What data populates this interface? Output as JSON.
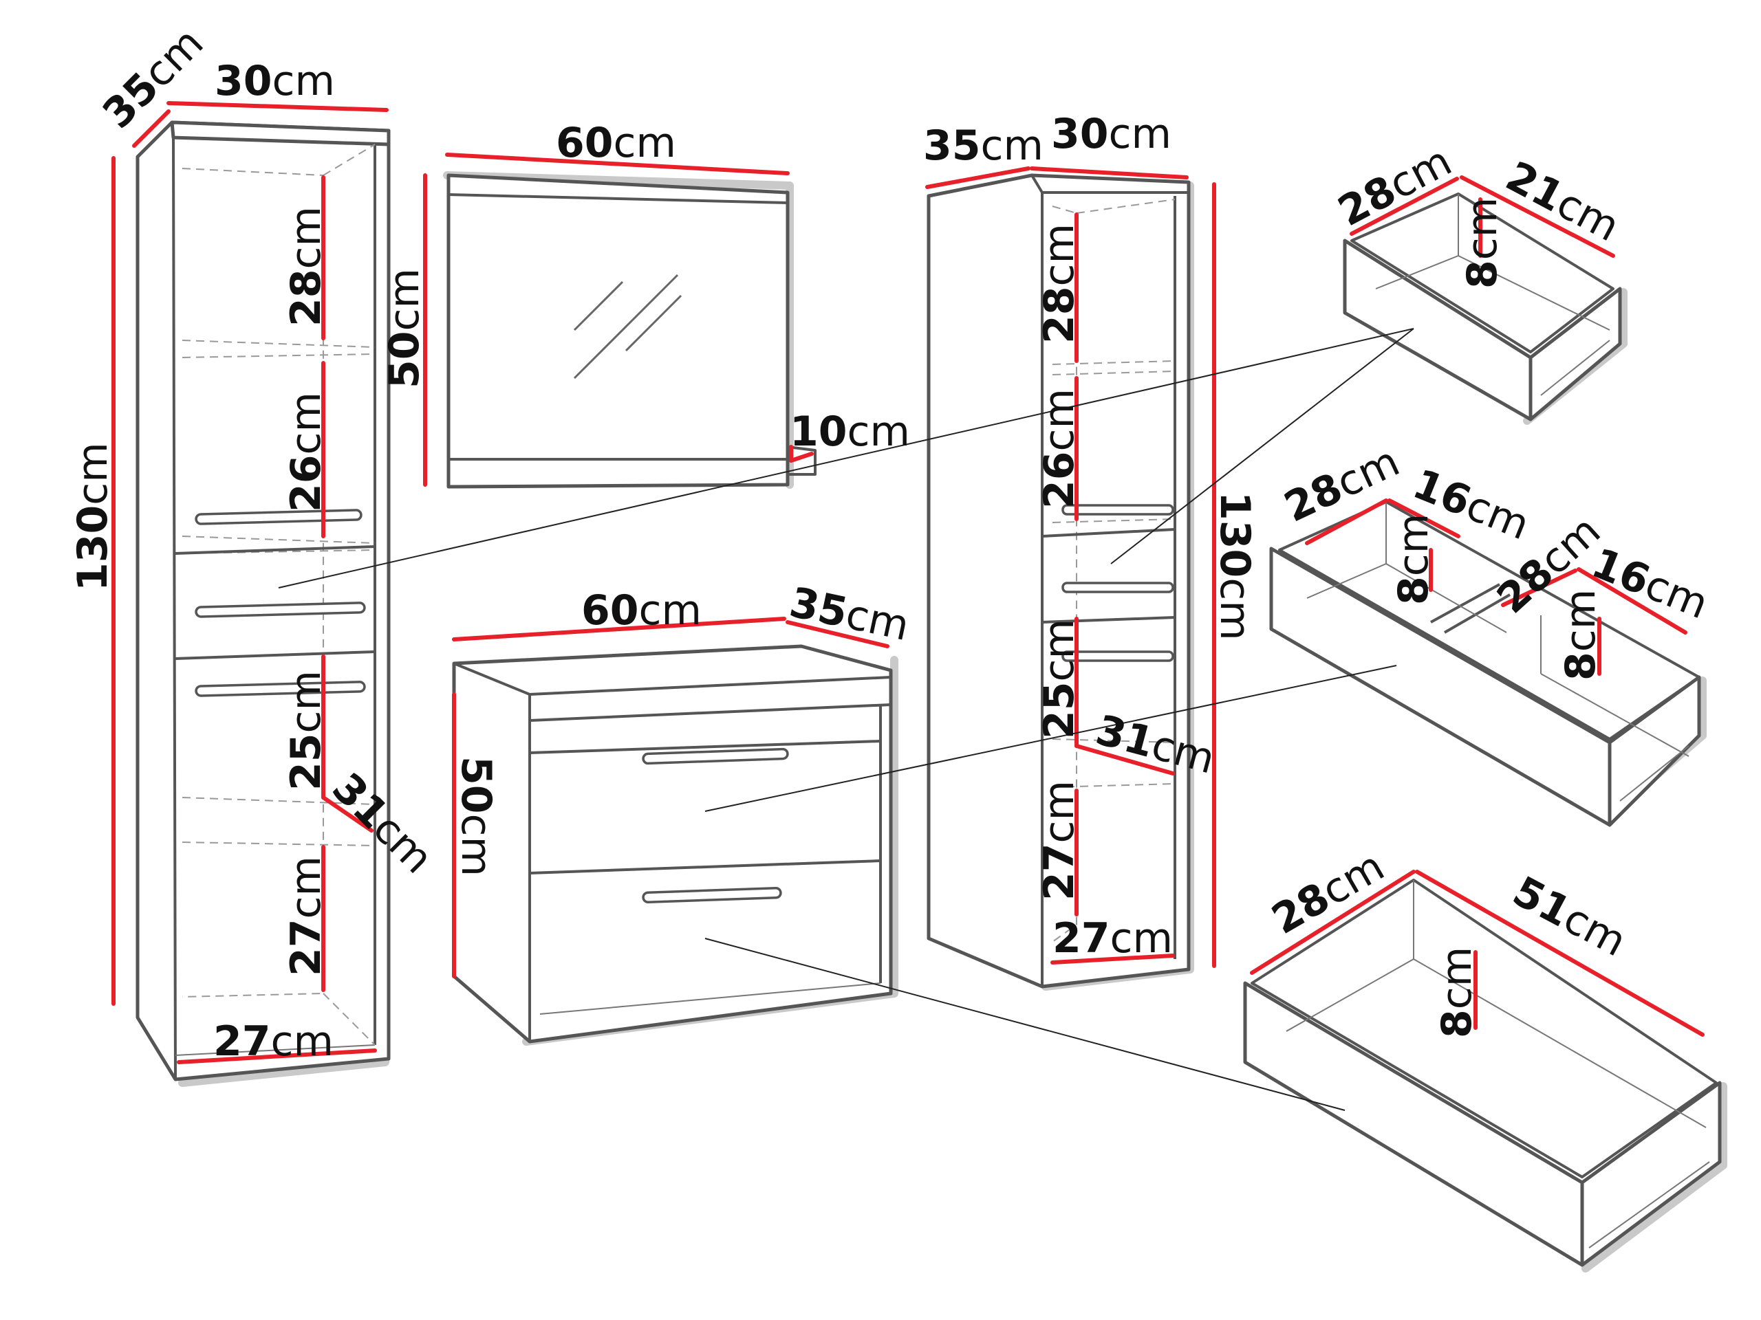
{
  "unit": "cm",
  "colors": {
    "dimension_line": "#e8202a",
    "outline": "#555555",
    "text": "#111111"
  },
  "labels": {
    "tallL_depth": "35",
    "tallL_width": "30",
    "tallL_height": "130",
    "tallL_shelf1": "28",
    "tallL_shelf2": "26",
    "tallL_shelf3": "25",
    "tallL_shelf4": "27",
    "tallL_inner_depth": "31",
    "tallL_inner_width": "27",
    "mirror_width": "60",
    "mirror_height": "50",
    "mirror_shelf": "10",
    "vanity_width": "60",
    "vanity_depth": "35",
    "vanity_height": "50",
    "tallR_depth": "35",
    "tallR_width": "30",
    "tallR_height": "130",
    "tallR_shelf1": "28",
    "tallR_shelf2": "26",
    "tallR_shelf3": "25",
    "tallR_shelf4": "27",
    "tallR_inner_depth": "31",
    "tallR_inner_width": "27",
    "drawerA_depth": "28",
    "drawerA_width": "21",
    "drawerA_height": "8",
    "drawerB_depth": "28",
    "drawerB_width": "16",
    "drawerB_height": "8",
    "drawerC_depth": "28",
    "drawerC_width": "16",
    "drawerC_height": "8",
    "drawerD_depth": "28",
    "drawerD_width": "51",
    "drawerD_height": "8"
  }
}
